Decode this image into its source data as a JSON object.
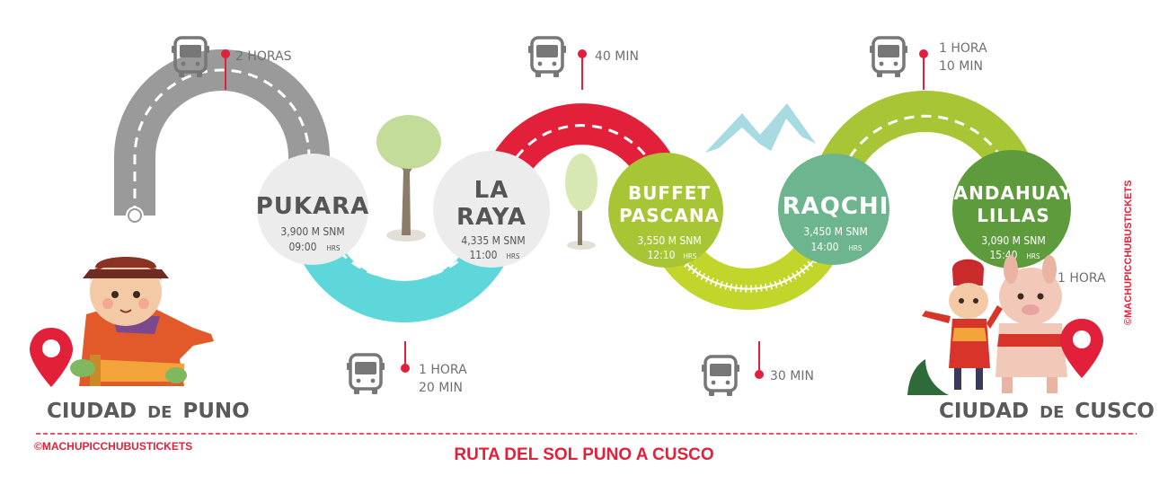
{
  "title": "RUTA DEL SOL PUNO A CUSCO",
  "credit": "©MACHUPICCHUBUSTICKETS",
  "origin": {
    "label_main": "CIUDAD",
    "label_de": "DE",
    "label_city": "PUNO"
  },
  "destination": {
    "label_main": "CIUDAD",
    "label_de": "DE",
    "label_city": "CUSCO"
  },
  "stops": [
    {
      "name_line1": "PUKARA",
      "name_line2": "",
      "altitude": "3,900 M SNM",
      "time": "09:00",
      "time_unit": "HRS"
    },
    {
      "name_line1": "LA",
      "name_line2": "RAYA",
      "altitude": "4,335 M SNM",
      "time": "11:00",
      "time_unit": "HRS"
    },
    {
      "name_line1": "BUFFET",
      "name_line2": "PASCANA",
      "altitude": "3,550 M SNM",
      "time": "12:10",
      "time_unit": "HRS"
    },
    {
      "name_line1": "RAQCHI",
      "name_line2": "",
      "altitude": "3,450 M SNM",
      "time": "14:00",
      "time_unit": "HRS"
    },
    {
      "name_line1": "ANDAHUAY",
      "name_line2": "LILLAS",
      "altitude": "3,090 M SNM",
      "time": "15:40",
      "time_unit": "HRS"
    }
  ],
  "durations": [
    {
      "line1": "2 HORAS",
      "line2": ""
    },
    {
      "line1": "1 HORA",
      "line2": "20 MIN"
    },
    {
      "line1": "40 MIN",
      "line2": ""
    },
    {
      "line1": "30 MIN",
      "line2": ""
    },
    {
      "line1": "1 HORA",
      "line2": "10 MIN"
    },
    {
      "line1": "1 HORA",
      "line2": ""
    }
  ],
  "colors": {
    "gray": "#9a9a9a",
    "cyan": "#5ed7db",
    "red": "#e3203a",
    "lime": "#c2d52a",
    "green": "#a8c535",
    "stop_gray": "#ececec",
    "stop_lime": "#a8c535",
    "stop_teal": "#6cb58e",
    "stop_green": "#5e9b3c",
    "icon_gray": "#777777"
  }
}
